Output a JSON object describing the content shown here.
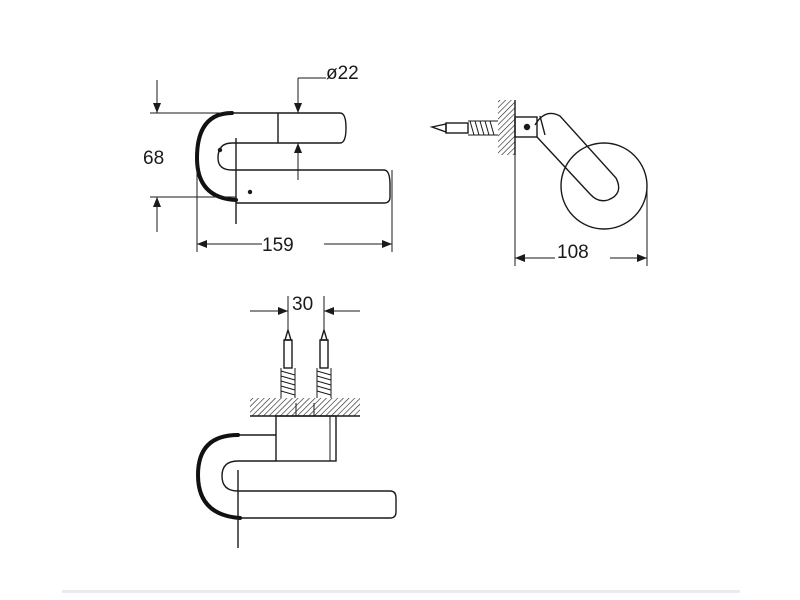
{
  "dimensions": {
    "height": "68",
    "diameter": "ø22",
    "length": "159",
    "projection": "108",
    "spacing": "30"
  }
}
